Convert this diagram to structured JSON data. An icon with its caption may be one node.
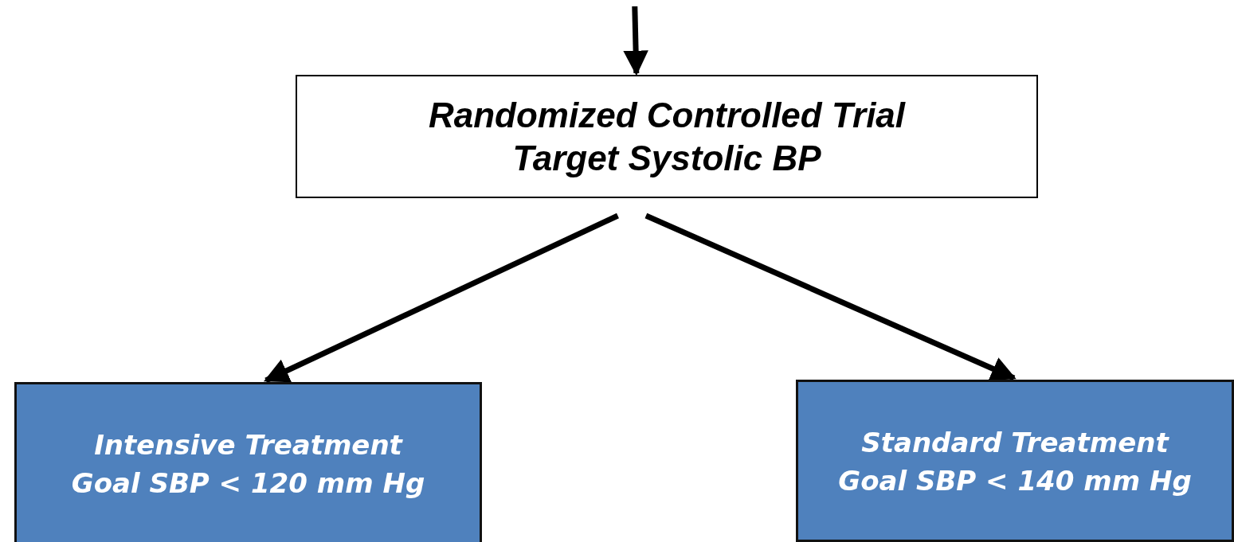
{
  "diagram": {
    "nodes": [
      {
        "text": [
          "Randomized Controlled Trial Target Systolic BP"
        ]
      },
      {
        "text": [
          "Intensive Treatment Goal SBP < 120 mm Hg"
        ]
      },
      {
        "text": [
          "Standard Treatment Goal SBP < 140 mm Hg"
        ]
      }
    ],
    "edges": [
      {
        "from": null,
        "to": 0,
        "arrow": "to"
      },
      {
        "from": 0,
        "to": 1,
        "arrow": "to"
      },
      {
        "from": 0,
        "to": 2,
        "arrow": "to"
      }
    ]
  }
}
